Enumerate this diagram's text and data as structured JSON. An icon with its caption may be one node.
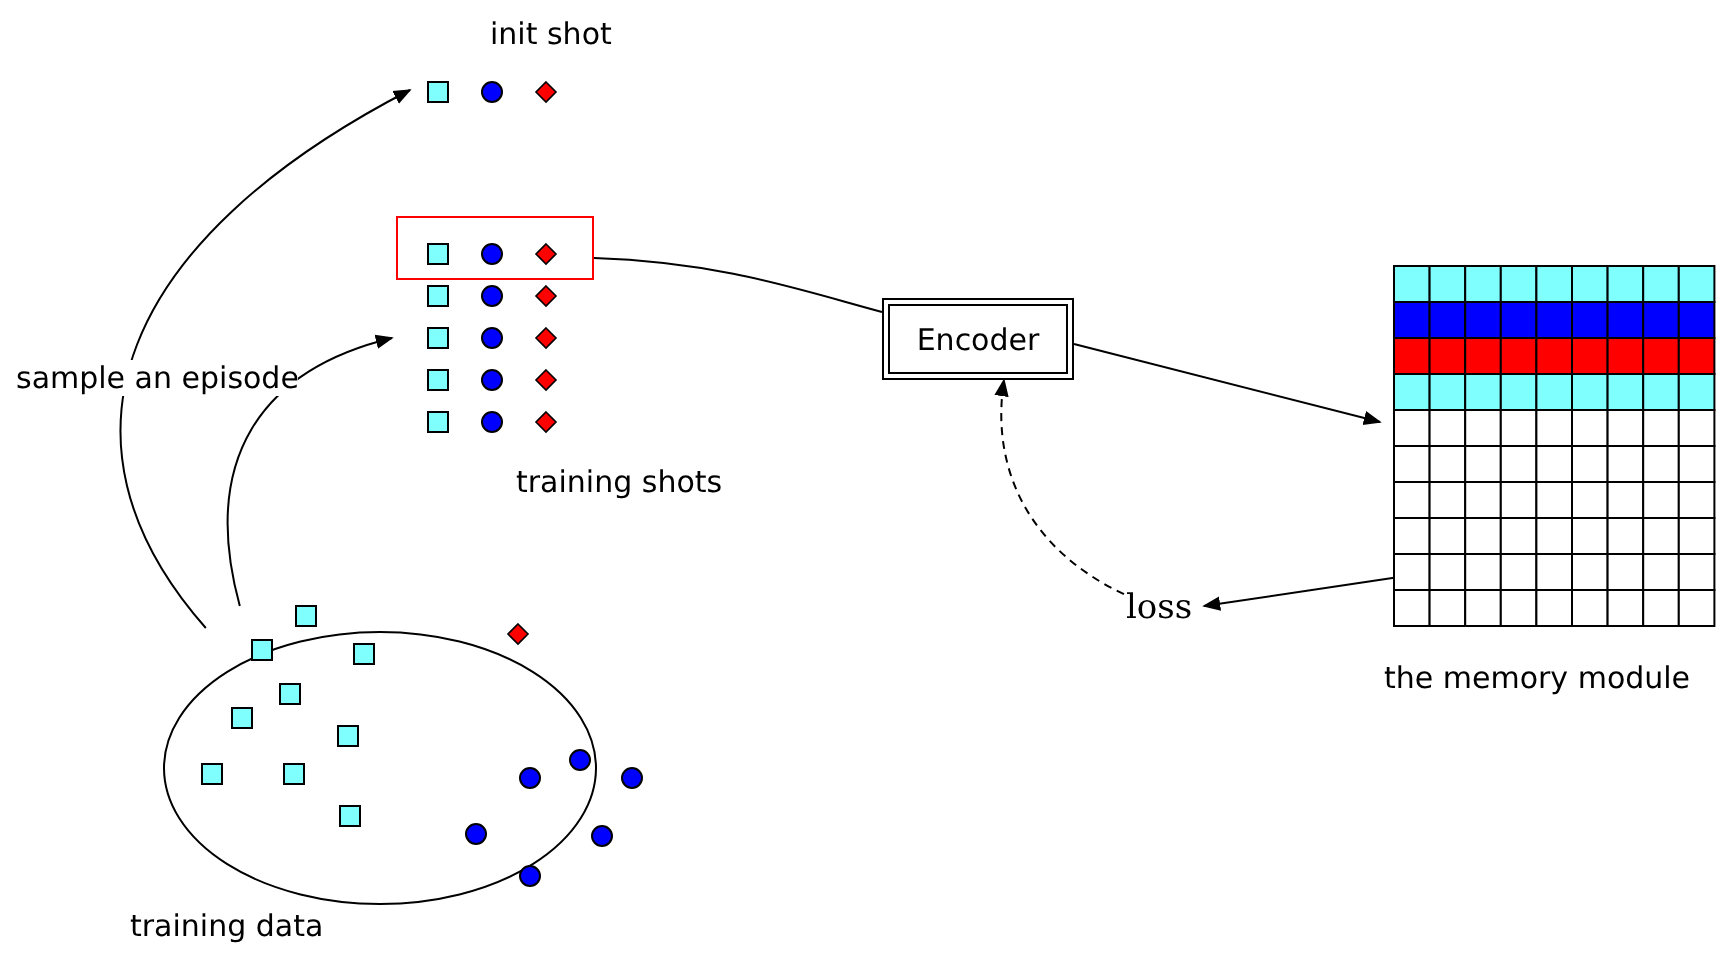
{
  "diagram": {
    "nodes": [
      {
        "text": [
          "training data"
        ]
      },
      {
        "text": [
          "init shot"
        ]
      },
      {
        "text": [
          "training shots"
        ]
      },
      {
        "text": [],
        "shape": "box"
      },
      {
        "text": [
          "Encoder"
        ]
      },
      {
        "text": [
          "the memory module"
        ]
      },
      {
        "text": [
          "loss"
        ]
      }
    ],
    "edges": [
      {
        "from": 0,
        "to": 1,
        "arrow": "to",
        "label": "sample an episode"
      },
      {
        "from": 0,
        "to": 2,
        "arrow": "to"
      },
      {
        "from": 3,
        "to": 4,
        "arrow": "none"
      },
      {
        "from": 4,
        "to": 5,
        "arrow": "to"
      },
      {
        "from": 5,
        "to": 6,
        "arrow": "to"
      },
      {
        "from": 6,
        "to": 4,
        "arrow": "to",
        "style": "dashed"
      }
    ]
  }
}
